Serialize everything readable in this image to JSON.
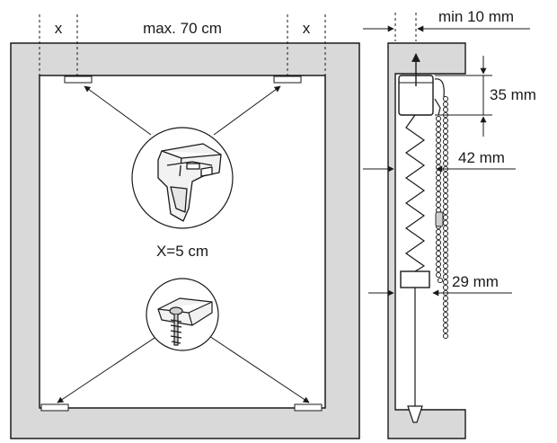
{
  "front_view": {
    "gap_label_left": "x",
    "gap_label_right": "x",
    "max_width_label": "max. 70 cm",
    "x_value_label": "X=5 cm"
  },
  "side_view": {
    "min_depth_label": "min 10 mm",
    "head_height_label": "35 mm",
    "head_depth_label": "42 mm",
    "rail_depth_label": "29 mm"
  },
  "colors": {
    "frame": "#d9d9d9",
    "line": "#1a1a1a",
    "background": "#ffffff"
  }
}
